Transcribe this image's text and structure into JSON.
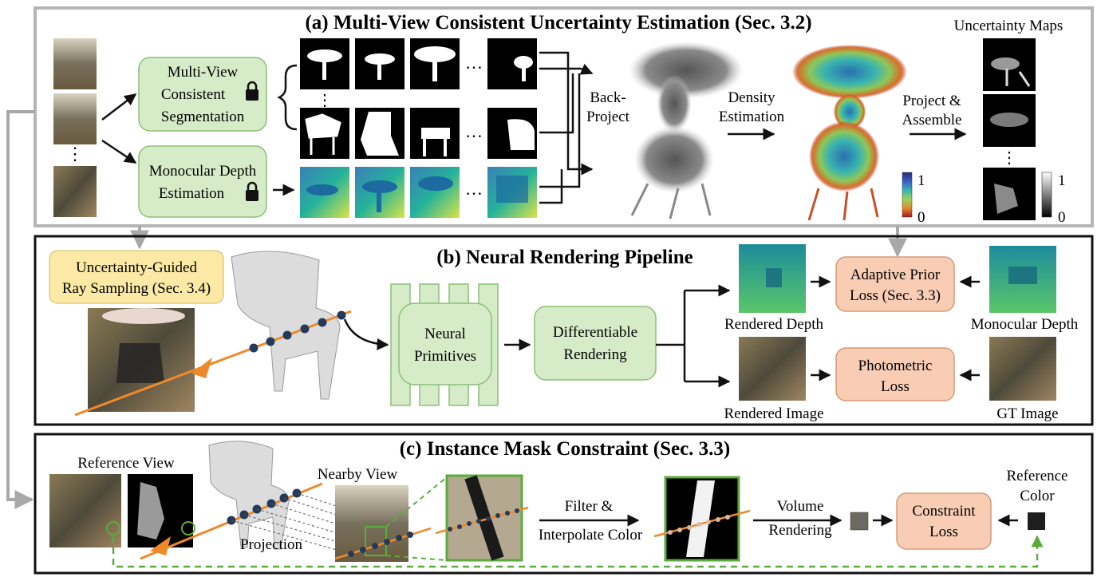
{
  "panel_a": {
    "title": "(a) Multi-View Consistent Uncertainty Estimation (Sec. 3.2)",
    "seg_box": [
      "Multi-View",
      "Consistent",
      "Segmentation"
    ],
    "depth_box": [
      "Monocular Depth",
      "Estimation"
    ],
    "back_project": [
      "Back-",
      "Project"
    ],
    "density": [
      "Density",
      "Estimation"
    ],
    "project_assemble": [
      "Project &",
      "Assemble"
    ],
    "uncertainty_maps": "Uncertainty Maps",
    "colorbar_color": {
      "max": "1",
      "min": "0"
    },
    "colorbar_gray": {
      "max": "1",
      "min": "0"
    },
    "ellipsis": "…",
    "vdots": "⋮"
  },
  "panel_b": {
    "title": "(b) Neural Rendering Pipeline",
    "ray_sampling": [
      "Uncertainty-Guided",
      "Ray Sampling (Sec. 3.4)"
    ],
    "neural_primitives": [
      "Neural",
      "Primitives"
    ],
    "diff_rendering": [
      "Differentiable",
      "Rendering"
    ],
    "rendered_depth": "Rendered Depth",
    "rendered_image": "Rendered Image",
    "adaptive_prior": [
      "Adaptive Prior",
      "Loss (Sec. 3.3)"
    ],
    "photometric": [
      "Photometric",
      "Loss"
    ],
    "monocular_depth": "Monocular Depth",
    "gt_image": "GT Image"
  },
  "panel_c": {
    "title": "(c) Instance Mask Constraint (Sec. 3.3)",
    "reference_view": "Reference View",
    "projection": "Projection",
    "nearby_view": "Nearby View",
    "filter": [
      "Filter &",
      "Interpolate Color"
    ],
    "volume": [
      "Volume",
      "Rendering"
    ],
    "constraint": [
      "Constraint",
      "Loss"
    ],
    "reference_color": [
      "Reference",
      "Color"
    ]
  },
  "colors": {
    "green_box": "#d6ecc9",
    "green_border": "#8cbf78",
    "orange_box": "#f8cdb4",
    "orange_border": "#d59a7a",
    "yellow_box": "#fde9a6",
    "ray": "#f0892a",
    "dot": "#253a5b",
    "dashed": "#5aac3c",
    "panel_a_border": "#b5b5b5"
  },
  "icons": [
    "lock-icon",
    "ray-arrow-icon"
  ]
}
